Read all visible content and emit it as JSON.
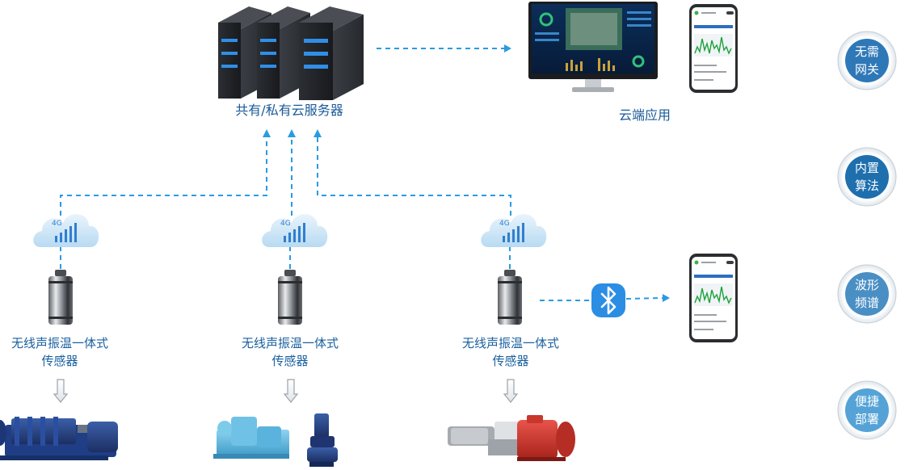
{
  "server_label": "共有/私有云服务器",
  "cloud_app_label": "云端应用",
  "network_label": "4G",
  "sensor_line1": "无线声振温一体式",
  "sensor_line2": "传感器",
  "features": [
    {
      "line1": "无需",
      "line2": "网关",
      "color": "#2f78b8"
    },
    {
      "line1": "内置",
      "line2": "算法",
      "color": "#1e6fae"
    },
    {
      "line1": "波形",
      "line2": "频谱",
      "color": "#4a8fc4"
    },
    {
      "line1": "便捷",
      "line2": "部署",
      "color": "#55a3d6"
    }
  ],
  "colors": {
    "link": "#2a9be0",
    "label": "#1a5f9e",
    "bluetooth": "#2b8de3"
  }
}
